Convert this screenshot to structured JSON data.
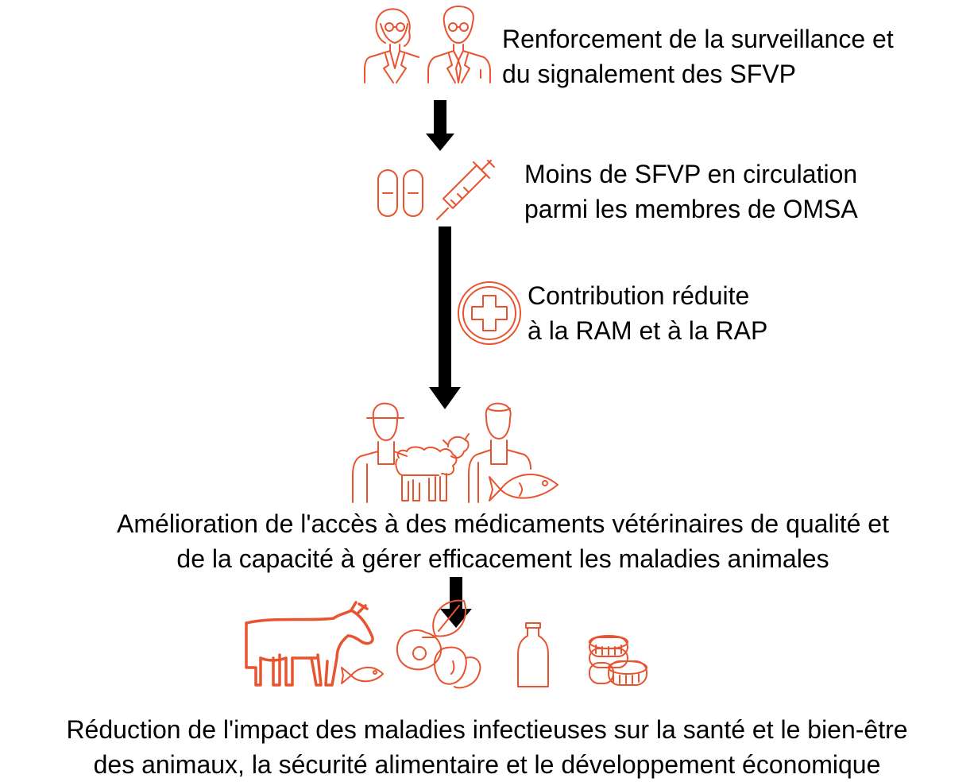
{
  "accent_color": "#e8542f",
  "arrow_color": "#000000",
  "steps": [
    {
      "line1": "Renforcement de la surveillance et",
      "line2": "du signalement des SFVP",
      "icon": "people-glasses-icon"
    },
    {
      "line1": "Moins de SFVP en circulation",
      "line2": "parmi les membres de OMSA",
      "icon": "pills-syringe-icon"
    },
    {
      "line1": "Contribution réduite",
      "line2": "à la RAM et à la RAP",
      "icon": "medical-cross-icon"
    },
    {
      "line1": "Amélioration de l'accès à des médicaments vétérinaires de qualité et",
      "line2": "de la capacité à gérer efficacement les maladies animales",
      "icon": "farmers-livestock-icon"
    },
    {
      "line1": "Réduction de l'impact des maladies infectieuses sur la santé et le bien-être",
      "line2": "des animaux, la sécurité alimentaire et le développement économique",
      "icon": "cow-fish-food-coins-icon"
    }
  ]
}
